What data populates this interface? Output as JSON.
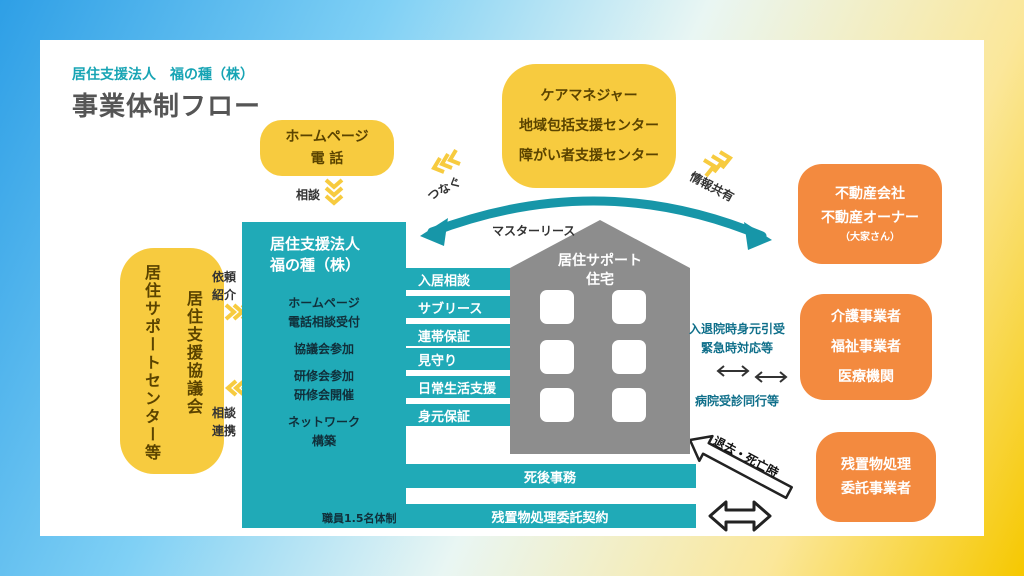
{
  "header": {
    "org": "居住支援法人　福の種（株）",
    "title": "事業体制フロー"
  },
  "homepage_box": {
    "line1": "ホームページ",
    "line2": "電 話"
  },
  "soudan_label": "相談",
  "care_box": {
    "line1": "ケアマネジャー",
    "line2": "地域包括支援センター",
    "line3": "障がい者支援センター"
  },
  "tsunagu_label": "つなぐ",
  "info_label": "情報共有",
  "master_lease_label": "マスターリース",
  "realestate_box": {
    "line1": "不動産会社",
    "line2": "不動産オーナー",
    "line3": "（大家さん）"
  },
  "council_box": {
    "col1": "居住サポートセンター等",
    "col2": "居住支援協議会"
  },
  "irai_label": {
    "line1": "依頼",
    "line2": "紹介"
  },
  "renkei_label": {
    "line1": "相談",
    "line2": "連携"
  },
  "main_box": {
    "title1": "居住支援法人",
    "title2": "福の種（株）",
    "items": [
      "ホームページ",
      "電話相談受付",
      "協議会参加",
      "研修会参加",
      "研修会開催",
      "ネットワーク",
      "構築"
    ],
    "staff": "職員1.5名体制"
  },
  "services": [
    "入居相談",
    "サブリース",
    "連帯保証",
    "見守り",
    "日常生活支援",
    "身元保証"
  ],
  "bottom_services": [
    "死後事務",
    "残置物処理委託契約"
  ],
  "house_label": {
    "line1": "居住サポート",
    "line2": "住宅"
  },
  "care_org_box": {
    "line1": "介護事業者",
    "line2": "福祉事業者",
    "line3": "医療機関"
  },
  "care_org_notes": {
    "line1": "入退院時身元引受",
    "line2": "緊急時対応等",
    "line3": "病院受診同行等"
  },
  "exit_label": "退去・死亡時",
  "residue_box": {
    "line1": "残置物処理",
    "line2": "委託事業者"
  }
}
